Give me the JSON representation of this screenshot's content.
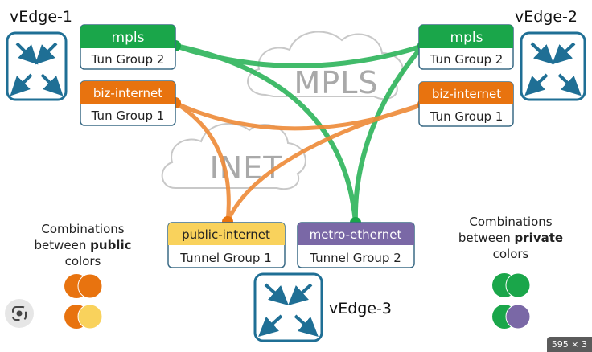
{
  "nodes": {
    "vedge1": "vEdge-1",
    "vedge2": "vEdge-2",
    "vedge3": "vEdge-3"
  },
  "clouds": {
    "mpls": "MPLS",
    "inet": "INET"
  },
  "colors_boxes": {
    "v1_mpls": {
      "color": "mpls",
      "group": "Tun Group 2"
    },
    "v1_biz": {
      "color": "biz-internet",
      "group": "Tun Group 1"
    },
    "v2_mpls": {
      "color": "mpls",
      "group": "Tun Group 2"
    },
    "v2_biz": {
      "color": "biz-internet",
      "group": "Tun Group 1"
    },
    "v3_public": {
      "color": "public-internet",
      "group": "Tunnel Group 1"
    },
    "v3_metro": {
      "color": "metro-ethernet",
      "group": "Tunnel Group 2"
    }
  },
  "combos": {
    "public_pre": "Combinations between ",
    "public_bold": "public",
    "public_post": " colors",
    "private_pre": "Combinations between ",
    "private_bold": "private",
    "private_post": " colors"
  },
  "badge": "595 × 3",
  "palette": {
    "green": "#1aa64a",
    "orange": "#e8730f",
    "yellow": "#f9d25c",
    "purple": "#7a68a6",
    "router_blue": "#1f6f95",
    "line_green": "#2db45a",
    "line_orange": "#ee8a37"
  }
}
